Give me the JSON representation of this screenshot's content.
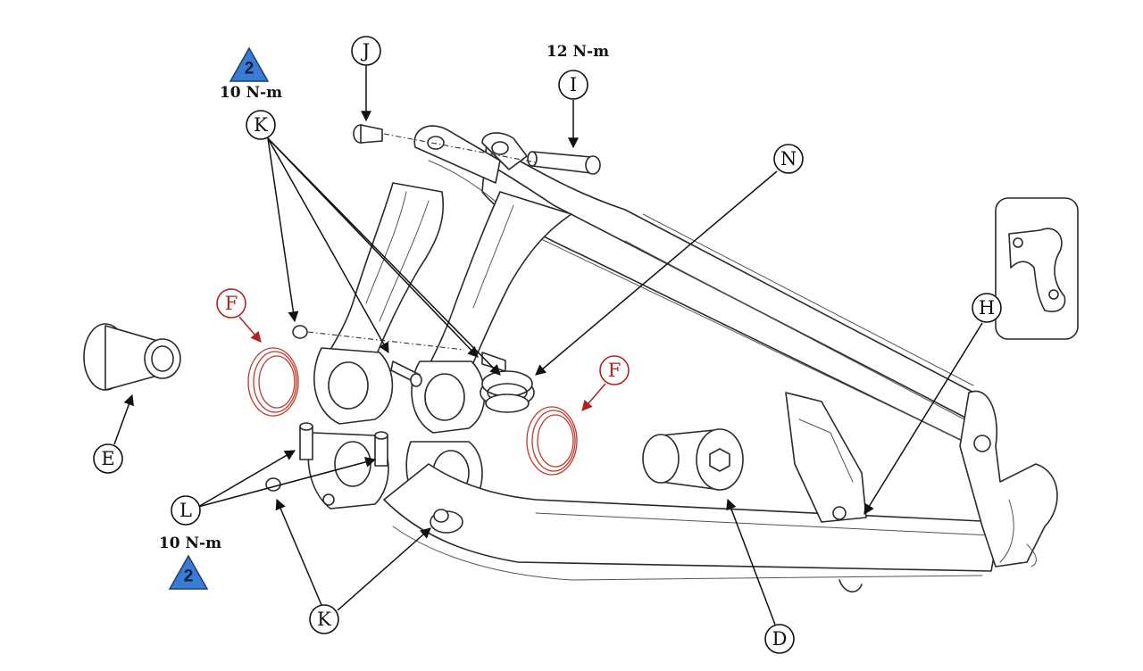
{
  "callouts": {
    "j": "J",
    "i": "I",
    "n": "N",
    "k_top": "K",
    "k_bottom": "K",
    "f_left": "F",
    "f_right": "F",
    "h": "H",
    "e": "E",
    "l": "L",
    "d": "D"
  },
  "torque": {
    "top_left": "10 N-m",
    "top_center": "12 N-m",
    "bottom_left": "10 N-m"
  },
  "warning_badges": {
    "top": "2",
    "bottom": "2"
  },
  "colors": {
    "warning_badge_fill": "#3a7bd5",
    "bearing_callout": "#b22222",
    "line_art": "#2a2a2a"
  }
}
